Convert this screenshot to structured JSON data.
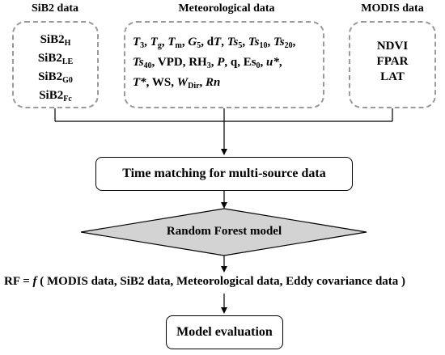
{
  "headings": {
    "sib2": "SiB2 data",
    "meteorological": "Meteorological data",
    "modis": "MODIS data"
  },
  "sib2_items": [
    {
      "base": "SiB2",
      "sub": "H"
    },
    {
      "base": "SiB2",
      "sub": "LE"
    },
    {
      "base": "SiB2",
      "sub": "G0"
    },
    {
      "base": "SiB2",
      "sub": "Fc"
    }
  ],
  "met_items": {
    "T3": "T",
    "T3_sub": "3",
    "Tg": "T",
    "Tg_sub": "g",
    "Tm": "T",
    "Tm_sub": "m",
    "G5": "G",
    "G5_sub": "5",
    "dT_a": "d",
    "dT_b": "T",
    "Ts5": "Ts",
    "Ts5_sub": "5",
    "Ts10": "Ts",
    "Ts10_sub": "10",
    "Ts20": "Ts",
    "Ts20_sub": "20",
    "Ts40": "Ts",
    "Ts40_sub": "40",
    "VPD": "VPD",
    "RH3": "RH",
    "RH3_sub": "3",
    "P": "P",
    "q": "q",
    "Es0": "Es",
    "Es0_sub": "0",
    "ustar": "u*",
    "Tstar": "T*",
    "WS": "WS",
    "WDir": "W",
    "WDir_sub": "Dir",
    "Rn": "Rn"
  },
  "modis_items": [
    "NDVI",
    "FPAR",
    "LAT"
  ],
  "time_matching": "Time matching for multi-source data",
  "random_forest": "Random Forest model",
  "formula": {
    "lhs": "RF = ",
    "f": "f",
    "rhs": " ( MODIS data, SiB2 data, Meteorological data, Eddy covariance data )"
  },
  "model_evaluation": "Model evaluation"
}
